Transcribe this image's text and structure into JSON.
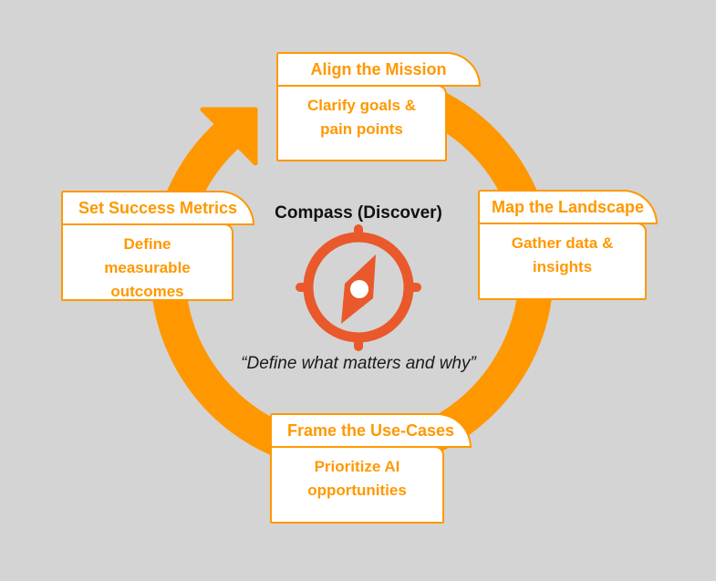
{
  "colors": {
    "background": "#D4D4D4",
    "accent": "#FF9800",
    "compass": "#E9592B",
    "card": "#FFFFFF",
    "text": "#111111"
  },
  "center": {
    "title": "Compass (Discover)",
    "quote": "“Define what matters and why”",
    "icon": "compass-icon"
  },
  "steps": [
    {
      "position": "top",
      "title": "Align the Mission",
      "description": "Clarify goals &\npain points"
    },
    {
      "position": "right",
      "title": "Map the Landscape",
      "description": "Gather data &\ninsights"
    },
    {
      "position": "bottom",
      "title": "Frame the Use-Cases",
      "description": "Prioritize AI\nopportunities"
    },
    {
      "position": "left",
      "title": "Set Success Metrics",
      "description": "Define\nmeasurable\noutcomes"
    }
  ]
}
